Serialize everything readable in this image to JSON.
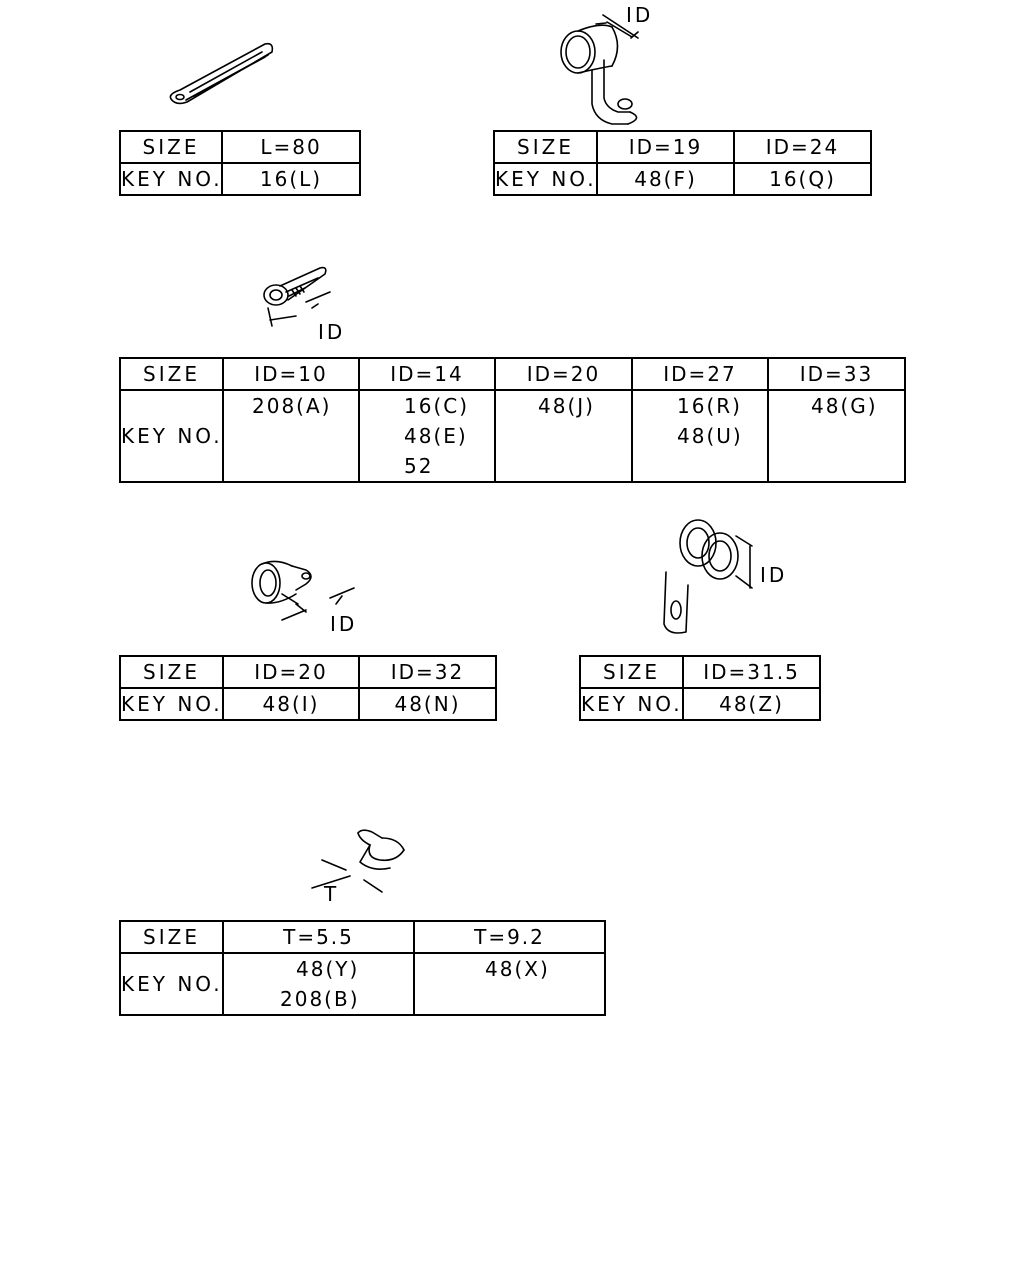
{
  "label_size": "SIZE",
  "label_key": "KEY NO.",
  "dim_id": "ID",
  "dim_t": "T",
  "table_strap": {
    "sizes": [
      "L=80"
    ],
    "keys": [
      [
        "16(L)"
      ]
    ]
  },
  "table_pipe_clamp": {
    "sizes": [
      "ID=19",
      "ID=24"
    ],
    "keys": [
      [
        "48(F)"
      ],
      [
        "16(Q)"
      ]
    ]
  },
  "table_wire_clip": {
    "sizes": [
      "ID=10",
      "ID=14",
      "ID=20",
      "ID=27",
      "ID=33"
    ],
    "keys": [
      [
        "208(A)"
      ],
      [
        "16(C)",
        "48(E)",
        "52"
      ],
      [
        "48(J)"
      ],
      [
        "16(R)",
        "48(U)"
      ],
      [
        "48(G)"
      ]
    ]
  },
  "table_rubber_clamp": {
    "sizes": [
      "ID=20",
      "ID=32"
    ],
    "keys": [
      [
        "48(I)"
      ],
      [
        "48(N)"
      ]
    ]
  },
  "table_double_clamp": {
    "sizes": [
      "ID=31.5"
    ],
    "keys": [
      [
        "48(Z)"
      ]
    ]
  },
  "table_edge_clip": {
    "sizes": [
      "T=5.5",
      "T=9.2"
    ],
    "keys": [
      [
        "48(Y)",
        "208(B)"
      ],
      [
        "48(X)"
      ]
    ]
  }
}
